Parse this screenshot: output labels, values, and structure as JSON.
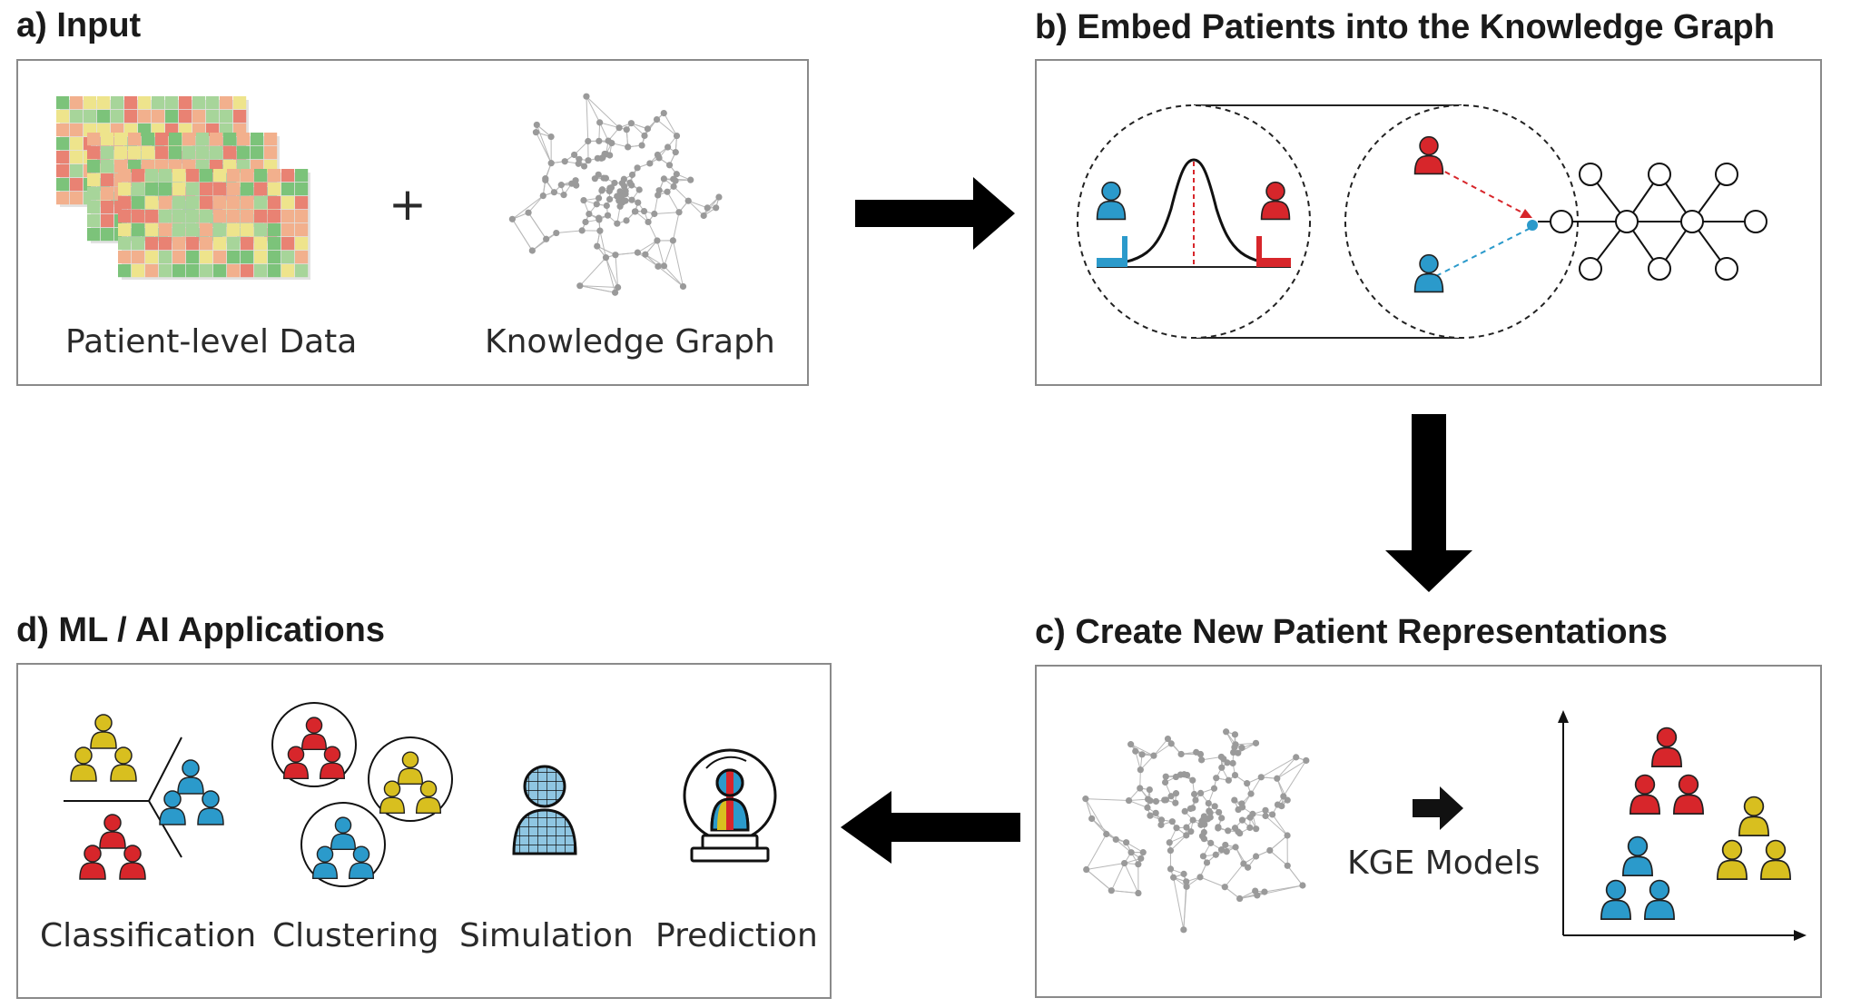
{
  "panels": {
    "a": {
      "heading": "a) Input",
      "data_label": "Patient-level Data",
      "plus": "+",
      "graph_label": "Knowledge Graph"
    },
    "b": {
      "heading": "b) Embed Patients into the Knowledge Graph"
    },
    "c": {
      "heading": "c) Create New Patient Representations",
      "model_label": "KGE Models"
    },
    "d": {
      "heading": "d) ML / AI Applications",
      "applications": [
        "Classification",
        "Clustering",
        "Simulation",
        "Prediction"
      ]
    }
  },
  "icons": {
    "heatmap": "heatmap-stack-icon",
    "network": "network-graph-icon",
    "person": "person-icon",
    "crystal_ball": "crystal-ball-icon",
    "arrow": "arrow-icon"
  },
  "colors": {
    "red": "#d7262b",
    "blue": "#2b9acb",
    "yellow": "#d8bf1f",
    "heat_green": "#7cc37a",
    "heat_yellow": "#eee48c",
    "heat_red": "#e98273",
    "node": "#9a9a9a",
    "arrow": "#000000"
  }
}
